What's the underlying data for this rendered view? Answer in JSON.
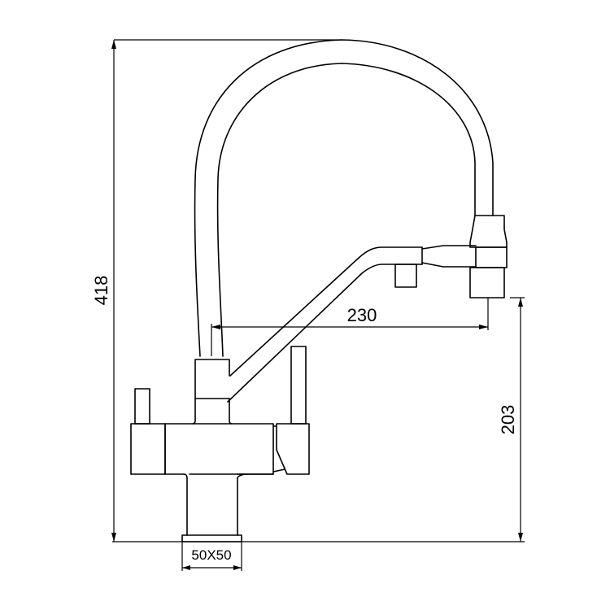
{
  "drawing": {
    "subject": "Kitchen faucet with flexible pull-out spout and filtered water outlet",
    "line_color": "#000000",
    "background": "#ffffff"
  },
  "dimensions": {
    "total_height": {
      "value": "418",
      "orientation": "vertical",
      "position": "left"
    },
    "spout_reach": {
      "value": "230",
      "orientation": "horizontal",
      "position": "middle"
    },
    "spout_height": {
      "value": "203",
      "orientation": "vertical",
      "position": "right"
    },
    "base_size": {
      "value": "50X50",
      "orientation": "horizontal",
      "position": "bottom"
    }
  },
  "parts": [
    {
      "name": "flexible-arched-spout"
    },
    {
      "name": "spray-head"
    },
    {
      "name": "filtered-water-spout"
    },
    {
      "name": "filter-outlet-nozzle"
    },
    {
      "name": "central-column"
    },
    {
      "name": "left-handle"
    },
    {
      "name": "right-handle"
    },
    {
      "name": "body"
    },
    {
      "name": "mounting-shank"
    }
  ]
}
